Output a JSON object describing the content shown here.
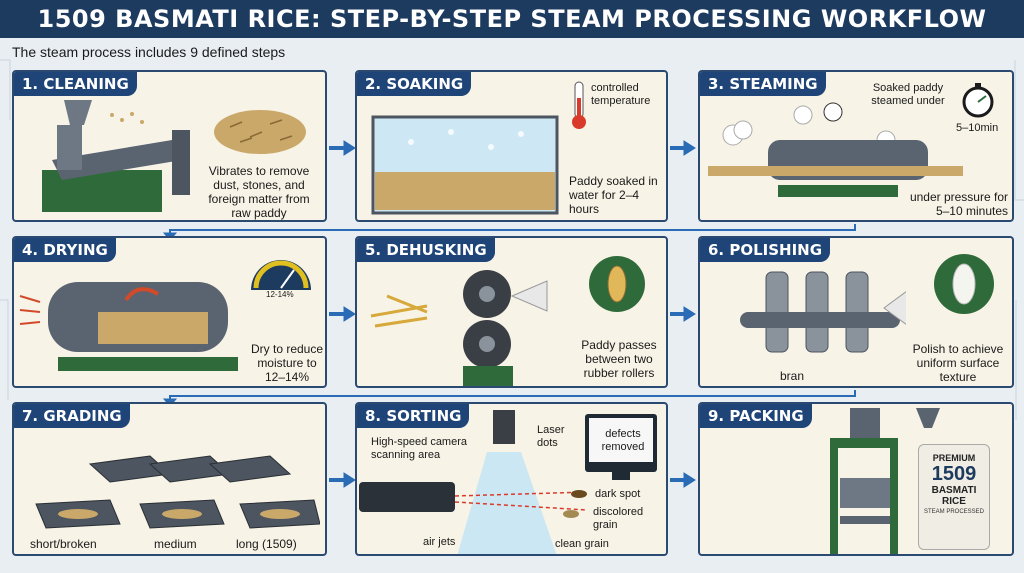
{
  "title": "1509 BASMATI RICE: STEP-BY-STEP STEAM PROCESSING WORKFLOW",
  "subtitle": "The steam process includes 9 defined steps",
  "steps": [
    {
      "heading": "1. CLEANING",
      "caption": "Vibrates to remove dust, stones, and foreign matter from raw paddy"
    },
    {
      "heading": "2. SOAKING",
      "caption": "Paddy soaked in water for 2–4 hours",
      "note": "controlled temperature"
    },
    {
      "heading": "3. STEAMING",
      "caption": "under pressure for 5–10 minutes",
      "note": "Soaked paddy steamed under",
      "time": "5–10min"
    },
    {
      "heading": "4. DRYING",
      "caption": "Dry to reduce moisture to 12–14%",
      "gauge": "12-14%"
    },
    {
      "heading": "5. DEHUSKING",
      "caption": "Paddy passes between two rubber rollers"
    },
    {
      "heading": "6. POLISHING",
      "caption": "Polish to achieve uniform surface texture",
      "label": "bran"
    },
    {
      "heading": "7. GRADING",
      "labels": [
        "short/broken",
        "medium",
        "long (1509)"
      ]
    },
    {
      "heading": "8. SORTING",
      "labels": {
        "camera": "High-speed camera scanning area",
        "laser": "Laser dots",
        "monitor": "defects removed",
        "dark": "dark spot",
        "discolored": "discolored grain",
        "air": "air jets",
        "clean": "clean grain"
      }
    },
    {
      "heading": "9. PACKING",
      "bag": [
        "PREMIUM",
        "1509",
        "BASMATI",
        "RICE",
        "STEAM PROCESSED"
      ]
    }
  ],
  "colors": {
    "header": "#1d3a5f",
    "panel_head": "#1f4478",
    "panel_bg": "#f7f3e6",
    "arrow": "#2a6bb5",
    "machine": "#5a6470",
    "green": "#2f6b3a",
    "grain": "#c9a86a"
  }
}
